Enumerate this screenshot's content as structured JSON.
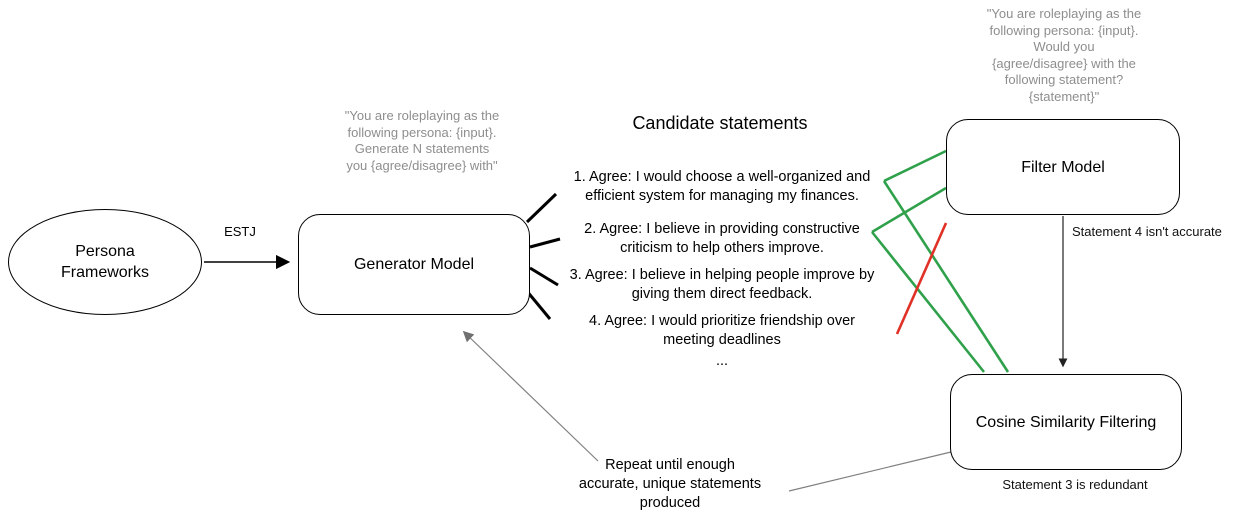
{
  "diagram": {
    "persona_frameworks": {
      "label": "Persona\nFrameworks"
    },
    "estj_label": "ESTJ",
    "generator_model": {
      "label": "Generator Model",
      "prompt": "\"You are roleplaying as the\nfollowing persona: {input}.\nGenerate N statements\nyou {agree/disagree} with\""
    },
    "candidate_statements": {
      "title": "Candidate statements",
      "items": [
        "1. Agree: I would choose a well-organized and\nefficient system for managing my finances.",
        "2. Agree: I believe in providing constructive\ncriticism to help others improve.",
        "3. Agree: I believe in helping people improve by\ngiving them direct feedback.",
        "4. Agree: I would prioritize friendship over\nmeeting deadlines"
      ],
      "ellipsis": "..."
    },
    "filter_model": {
      "label": "Filter Model",
      "prompt": "\"You are roleplaying as the\nfollowing persona: {input}.\nWould you\n{agree/disagree} with the\nfollowing statement?\n{statement}\"",
      "note": "Statement 4 isn't accurate"
    },
    "cosine_filtering": {
      "label": "Cosine Similarity Filtering",
      "note": "Statement 3 is redundant"
    },
    "repeat_note": "Repeat until enough\naccurate, unique statements\nproduced",
    "colors": {
      "accept": "#2fa14b",
      "reject": "#e03127",
      "muted_text": "#8e8e8e",
      "gray_line": "#808080",
      "black_line": "#000000"
    }
  }
}
